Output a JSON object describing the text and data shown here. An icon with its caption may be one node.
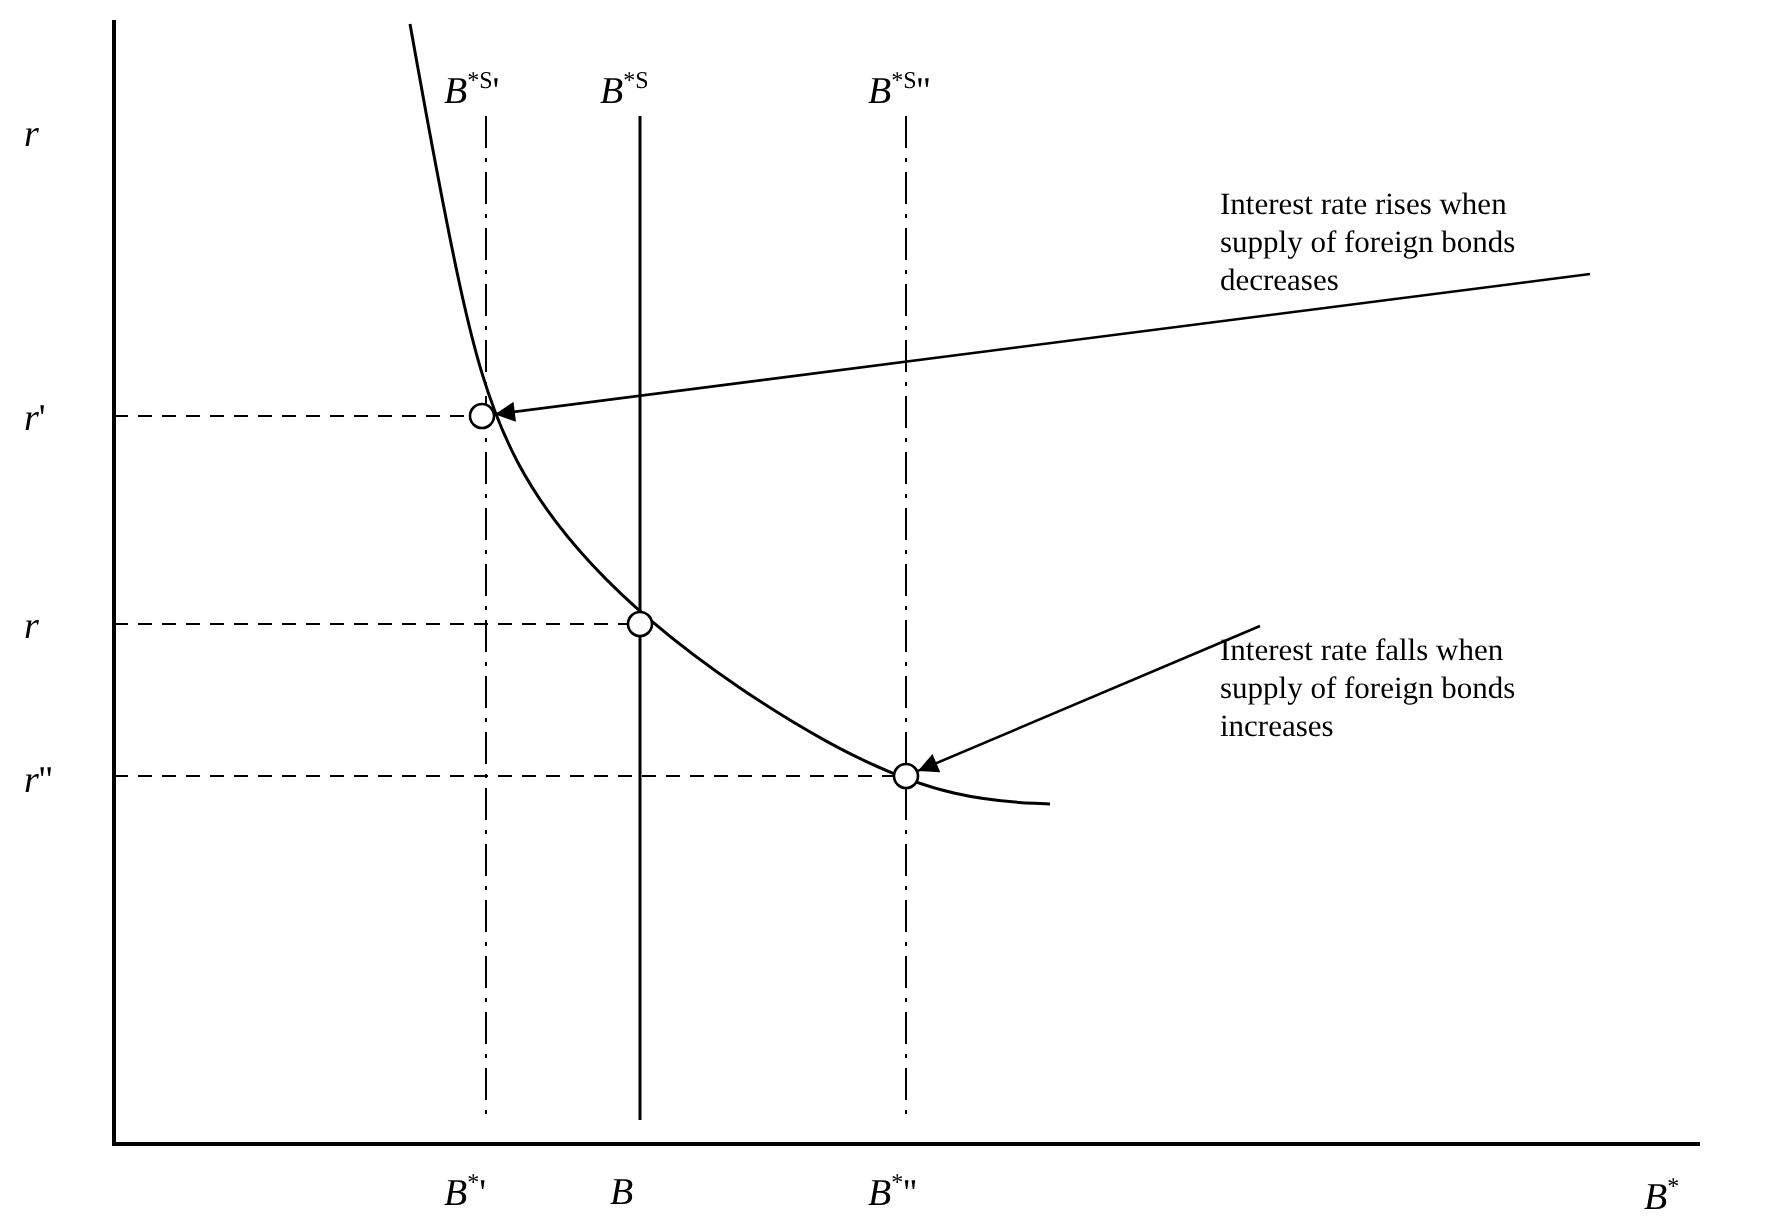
{
  "diagram": {
    "nodes": [
      {
        "text": [
          "Interest rate rises when supply of foreign bonds decreases"
        ]
      },
      {
        "text": [
          "Interest rate falls when supply of foreign bonds increases"
        ]
      },
      {
        "text": [],
        "shape": "circle"
      },
      {
        "text": [],
        "shape": "circle"
      },
      {
        "text": [],
        "shape": "circle"
      }
    ],
    "edges": [
      {
        "from": 0,
        "to": 2,
        "arrow": "to"
      },
      {
        "from": 1,
        "to": 4,
        "arrow": "to"
      }
    ],
    "labels": [
      "*r*",
      "*B*$^{*S}$'",
      "*B*$^{*S}$",
      "*B*$^{*S}$''",
      "*r*'",
      "*r*",
      "*r*''",
      "*B*$^{*}$'",
      "*B*",
      "*B*$^{*}$''",
      "*B*$^{*}$"
    ]
  }
}
